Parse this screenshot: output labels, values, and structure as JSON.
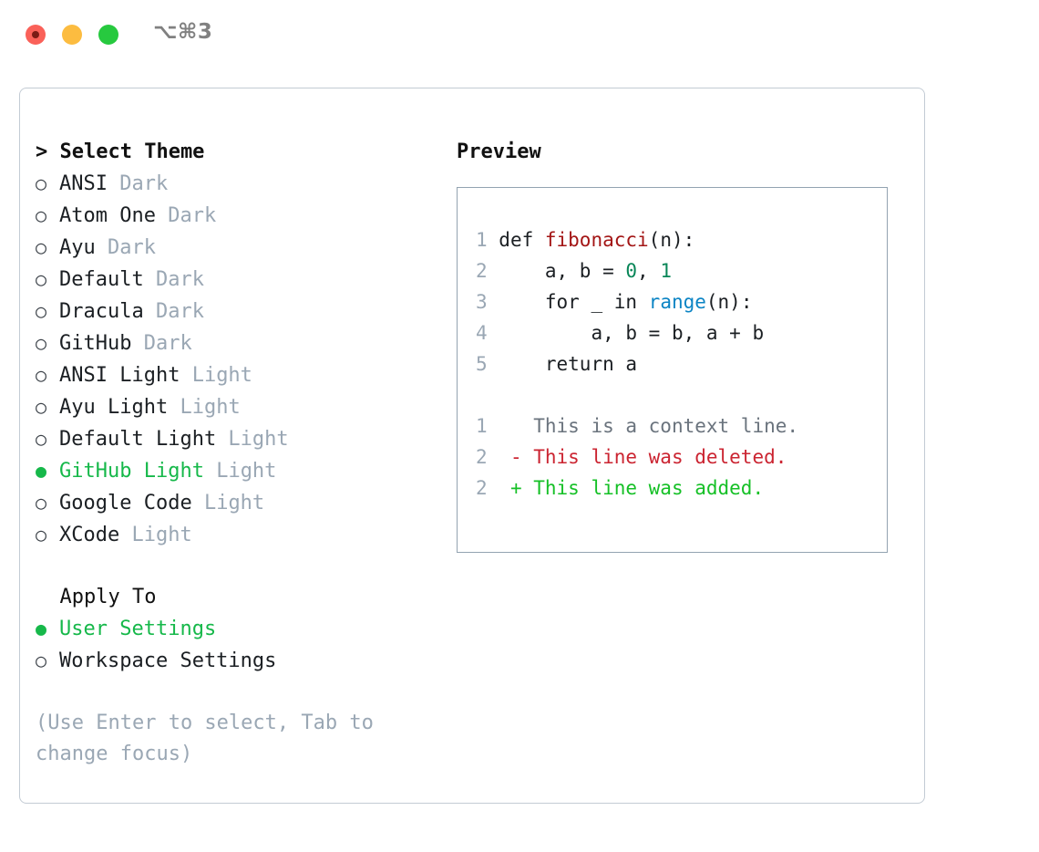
{
  "titlebar": {
    "shortcut": "⌥⌘3",
    "buttons": [
      "close",
      "minimize",
      "maximize"
    ]
  },
  "theme_picker": {
    "heading": "> Select Theme",
    "items": [
      {
        "bullet": "○",
        "label": "ANSI",
        "suffix": " Dark",
        "selected": false
      },
      {
        "bullet": "○",
        "label": "Atom One",
        "suffix": " Dark",
        "selected": false
      },
      {
        "bullet": "○",
        "label": "Ayu",
        "suffix": " Dark",
        "selected": false
      },
      {
        "bullet": "○",
        "label": "Default",
        "suffix": " Dark",
        "selected": false
      },
      {
        "bullet": "○",
        "label": "Dracula",
        "suffix": " Dark",
        "selected": false
      },
      {
        "bullet": "○",
        "label": "GitHub",
        "suffix": " Dark",
        "selected": false
      },
      {
        "bullet": "○",
        "label": "ANSI Light",
        "suffix": " Light",
        "selected": false
      },
      {
        "bullet": "○",
        "label": "Ayu Light",
        "suffix": " Light",
        "selected": false
      },
      {
        "bullet": "○",
        "label": "Default Light",
        "suffix": " Light",
        "selected": false
      },
      {
        "bullet": "●",
        "label": "GitHub Light",
        "suffix": " Light",
        "selected": true
      },
      {
        "bullet": "○",
        "label": "Google Code",
        "suffix": " Light",
        "selected": false
      },
      {
        "bullet": "○",
        "label": "XCode",
        "suffix": " Light",
        "selected": false
      }
    ]
  },
  "apply_to": {
    "heading": "  Apply To",
    "items": [
      {
        "bullet": "●",
        "label": "User Settings",
        "suffix": "",
        "selected": true
      },
      {
        "bullet": "○",
        "label": "Workspace Settings",
        "suffix": "",
        "selected": false
      }
    ]
  },
  "hint": "(Use Enter to select, Tab to change focus)",
  "preview": {
    "title": "Preview",
    "code_lines": [
      {
        "no": "1",
        "tokens": [
          {
            "t": "def ",
            "c": "plain"
          },
          {
            "t": "fibonacci",
            "c": "func"
          },
          {
            "t": "(n):",
            "c": "plain"
          }
        ]
      },
      {
        "no": "2",
        "tokens": [
          {
            "t": "    a, b = ",
            "c": "plain"
          },
          {
            "t": "0",
            "c": "num"
          },
          {
            "t": ", ",
            "c": "plain"
          },
          {
            "t": "1",
            "c": "num"
          }
        ]
      },
      {
        "no": "3",
        "tokens": [
          {
            "t": "    for _ in ",
            "c": "plain"
          },
          {
            "t": "range",
            "c": "call"
          },
          {
            "t": "(n):",
            "c": "plain"
          }
        ]
      },
      {
        "no": "4",
        "tokens": [
          {
            "t": "        a, b = b, a + b",
            "c": "plain"
          }
        ]
      },
      {
        "no": "5",
        "tokens": [
          {
            "t": "    return a",
            "c": "plain"
          }
        ]
      }
    ],
    "diff_lines": [
      {
        "no": "1",
        "marker": "  ",
        "text": "This is a context line.",
        "kind": "ctx"
      },
      {
        "no": "2",
        "marker": "- ",
        "text": "This line was deleted.",
        "kind": "del"
      },
      {
        "no": "2",
        "marker": "+ ",
        "text": "This line was added.",
        "kind": "add"
      }
    ]
  },
  "colors": {
    "selected_green": "#16b84a",
    "muted": "#9aa7b4",
    "panel_border": "#c3cbd4",
    "code_border": "#93a3b1",
    "diff_add": "#15c026",
    "diff_del": "#cb2431",
    "token_func": "#a31515",
    "token_num": "#098658",
    "token_call": "#0b84c4"
  }
}
